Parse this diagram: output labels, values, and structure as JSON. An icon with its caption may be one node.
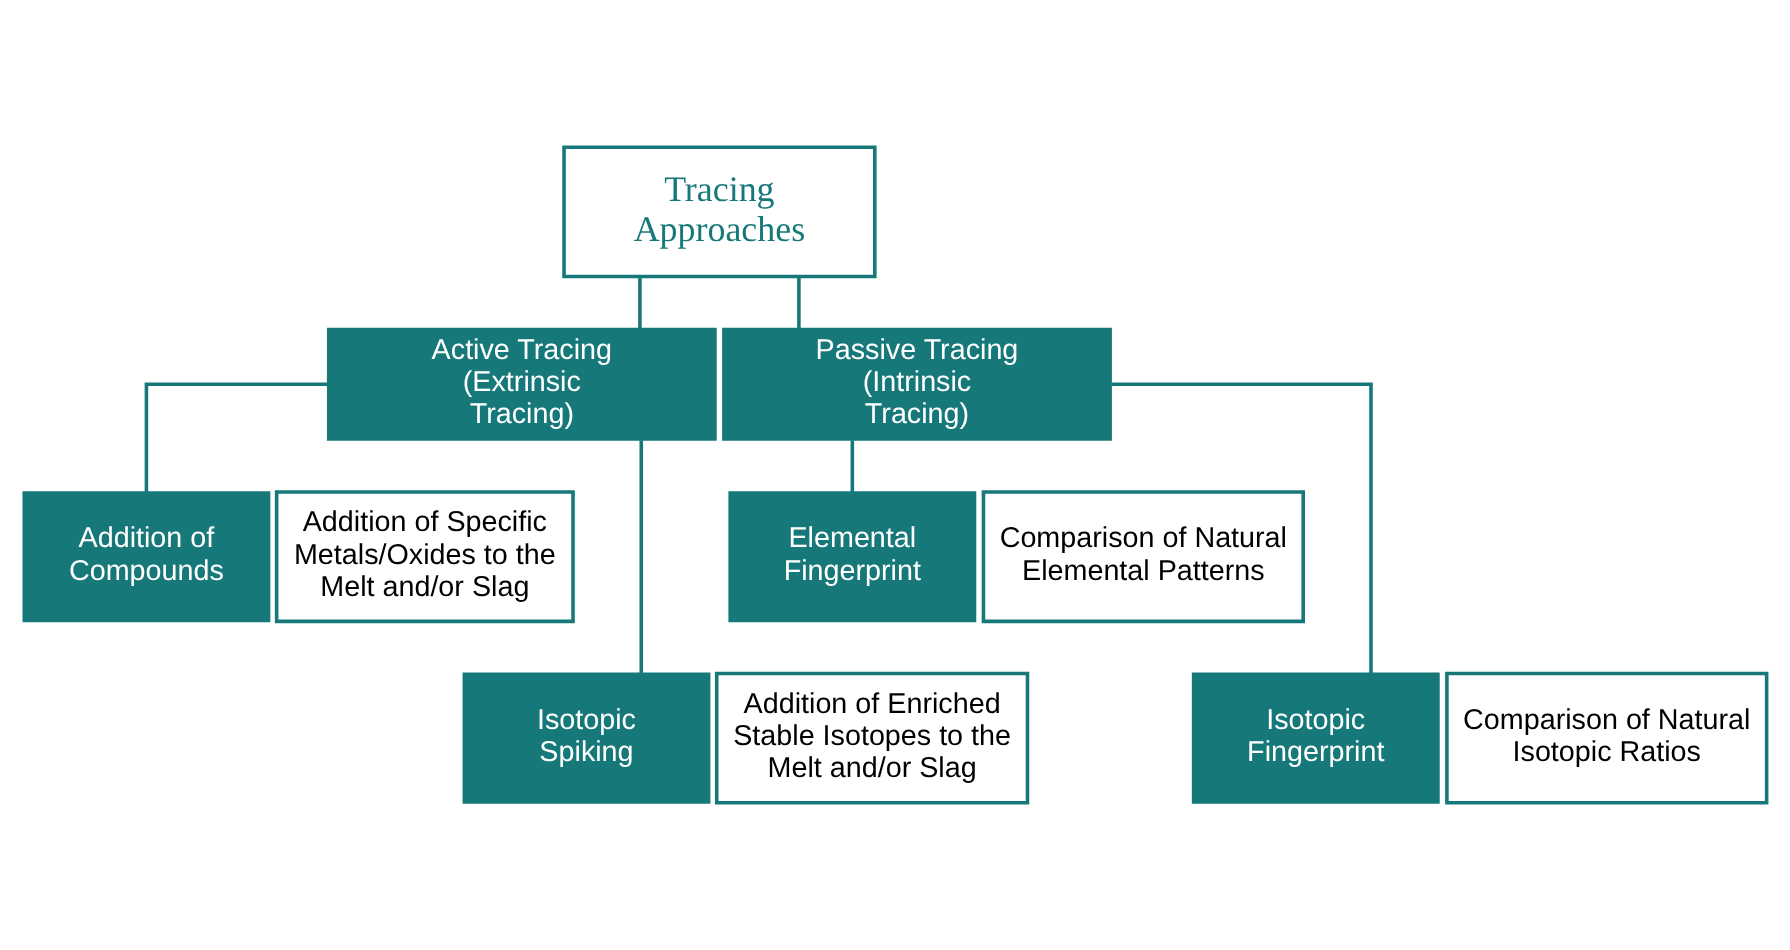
{
  "diagram": {
    "nodes": [
      {
        "text": [
          "Tracing Approaches"
        ]
      },
      {
        "text": [
          "Active Tracing (Extrinsic Tracing)"
        ]
      },
      {
        "text": [
          "Passive Tracing (Intrinsic Tracing)"
        ]
      },
      {
        "text": [
          "Addition of Compounds"
        ]
      },
      {
        "text": [
          "Addition of Specific Metals/Oxides to the Melt and/or Slag"
        ]
      },
      {
        "text": [
          "Isotopic Spiking"
        ]
      },
      {
        "text": [
          "Addition of Enriched Stable Isotopes to the Melt and/or Slag"
        ]
      },
      {
        "text": [
          "Elemental Fingerprint"
        ]
      },
      {
        "text": [
          "Comparison of Natural Elemental Patterns"
        ]
      },
      {
        "text": [
          "Isotopic Fingerprint"
        ]
      },
      {
        "text": [
          "Comparison of Natural Isotopic Ratios"
        ]
      }
    ],
    "edges": [
      {
        "from": 0,
        "to": 1,
        "arrow": "none"
      },
      {
        "from": 0,
        "to": 2,
        "arrow": "none"
      },
      {
        "from": 1,
        "to": 3,
        "arrow": "none"
      },
      {
        "from": 1,
        "to": 5,
        "arrow": "none"
      },
      {
        "from": 2,
        "to": 7,
        "arrow": "none"
      },
      {
        "from": 2,
        "to": 9,
        "arrow": "none"
      }
    ]
  }
}
